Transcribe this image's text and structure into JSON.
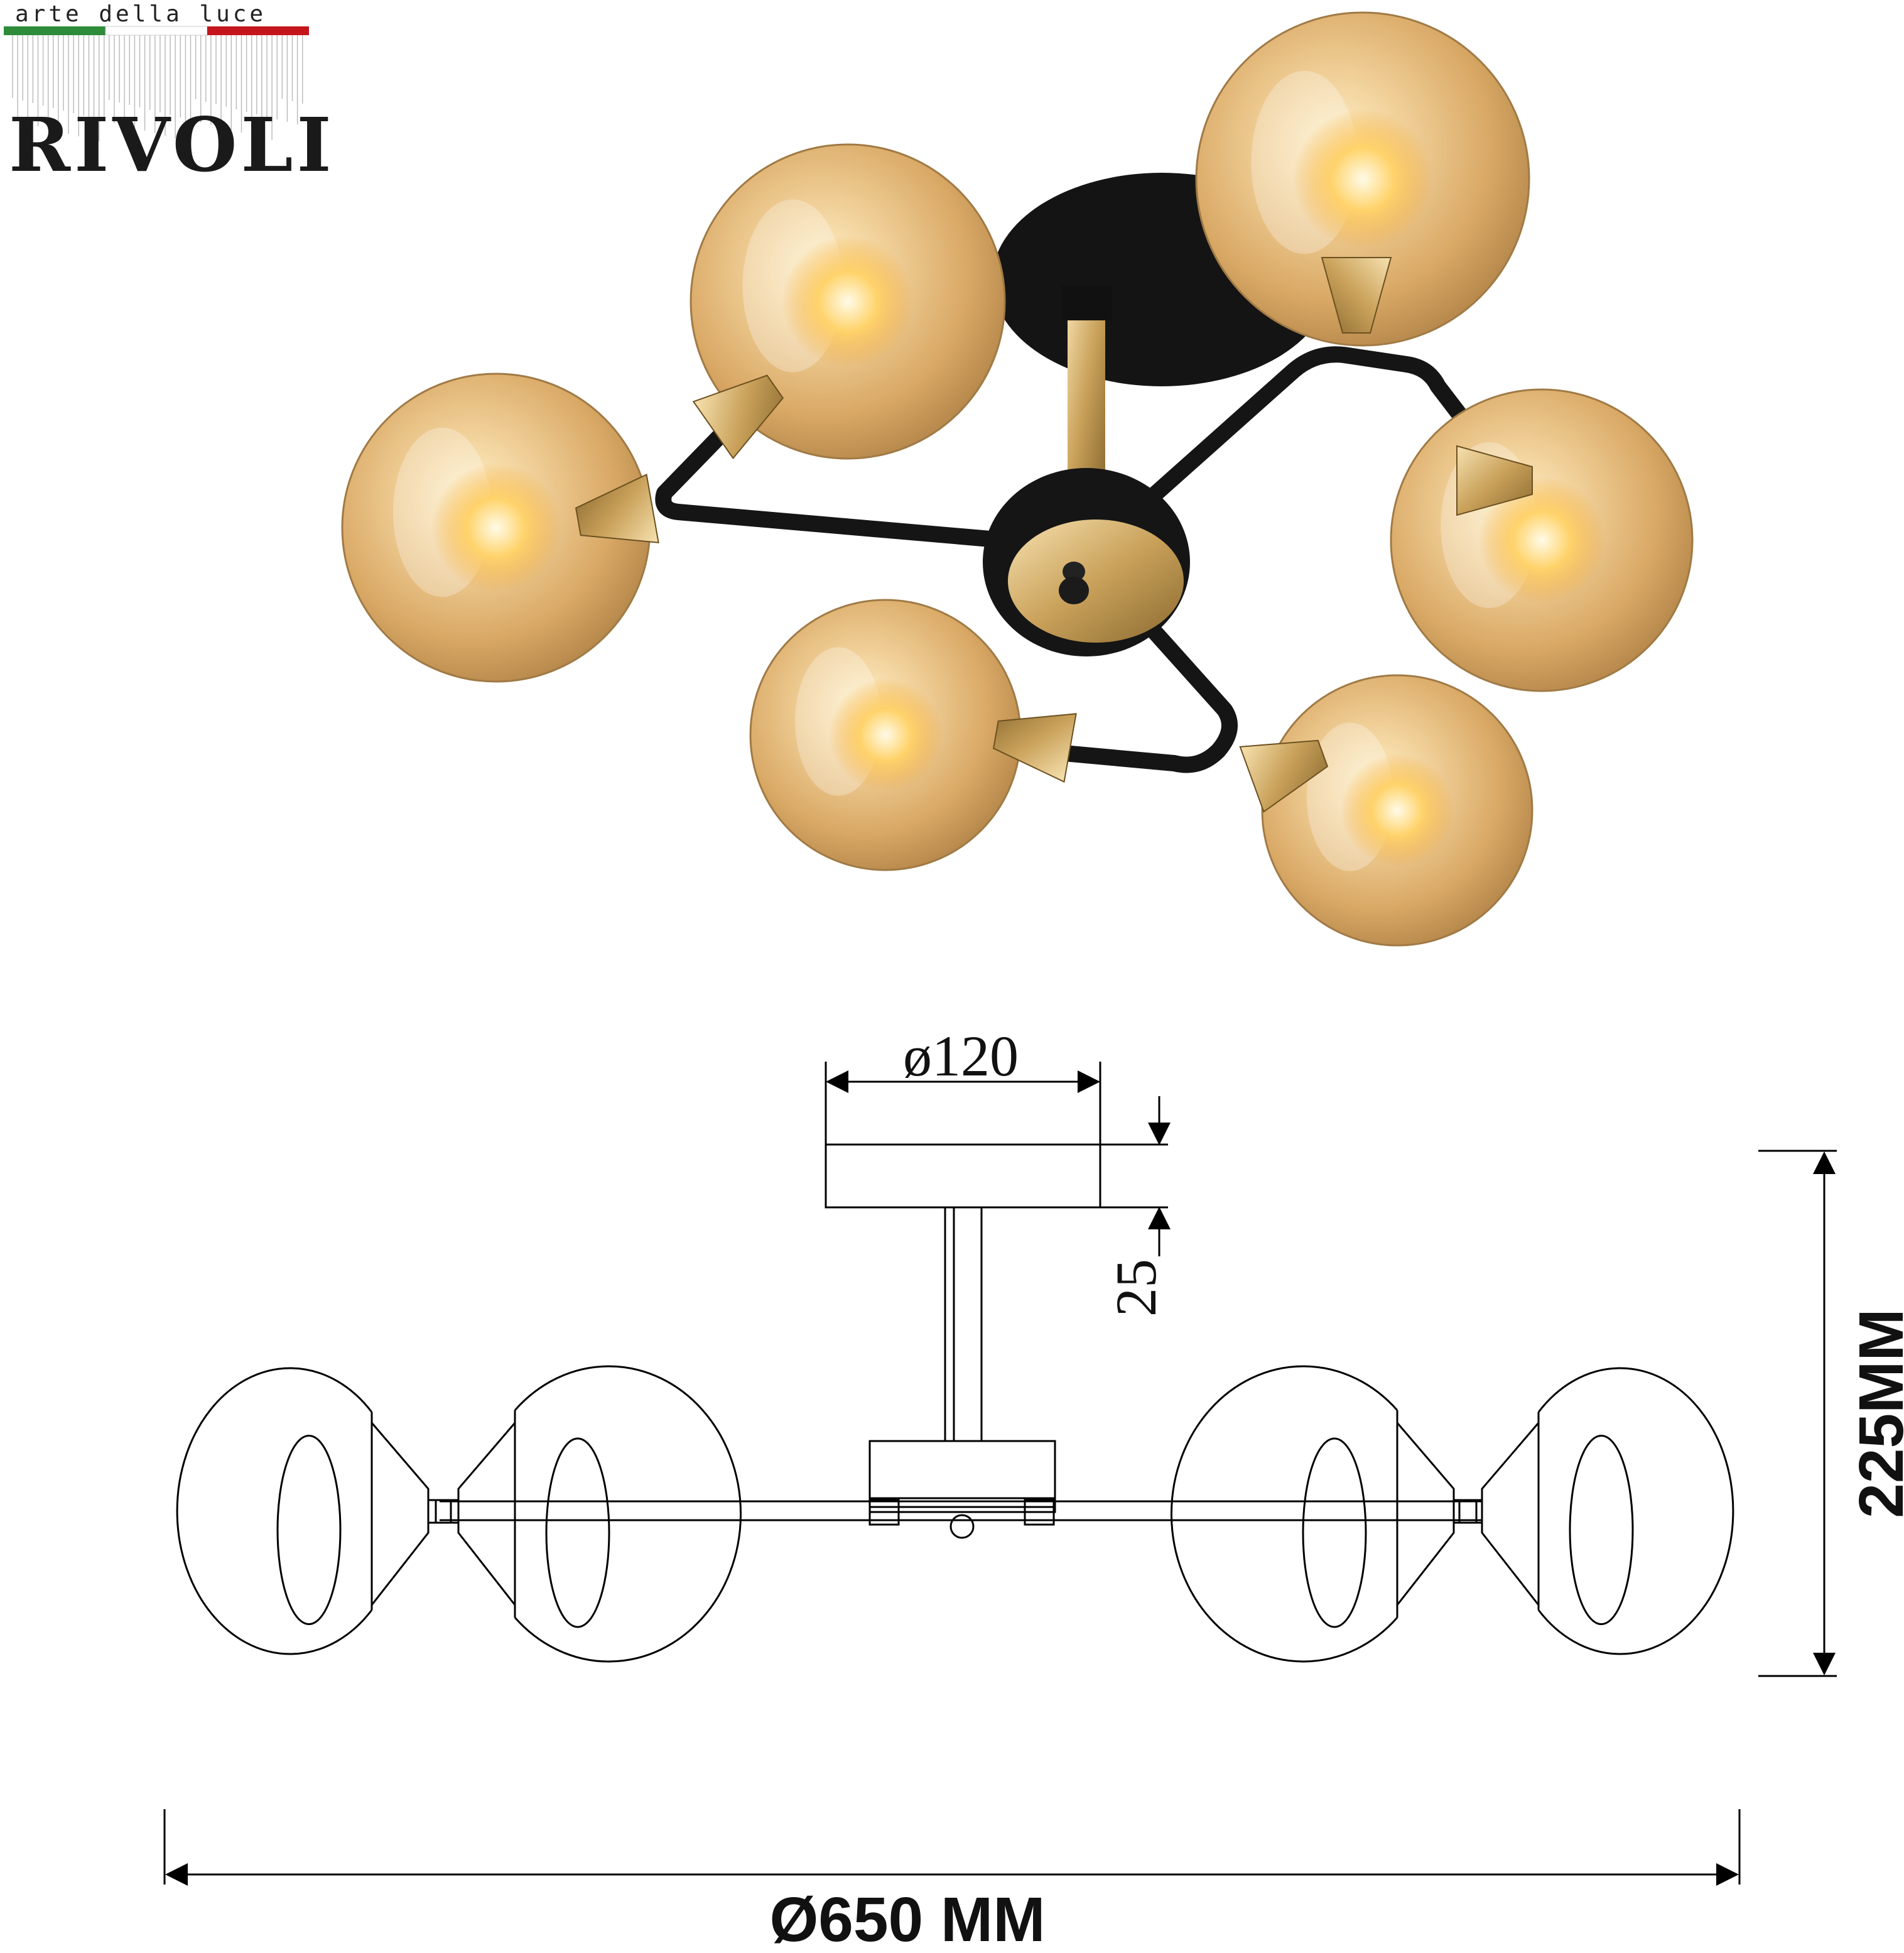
{
  "logo": {
    "tagline": "arte della luce",
    "wordmark": "RIVOLI",
    "flag_colors": [
      "#2e8b3a",
      "#ffffff",
      "#c4161c"
    ]
  },
  "product_photo": {
    "shade_color": "#e2b67c",
    "frame_color": "#1a1a1a",
    "accent_color": "#c9a15a",
    "shade_count": 6
  },
  "drawing": {
    "canopy_diameter": "ø120",
    "canopy_height": "25",
    "total_height": "225MM",
    "total_diameter": "Ø650 MM",
    "line_color": "#000000"
  }
}
